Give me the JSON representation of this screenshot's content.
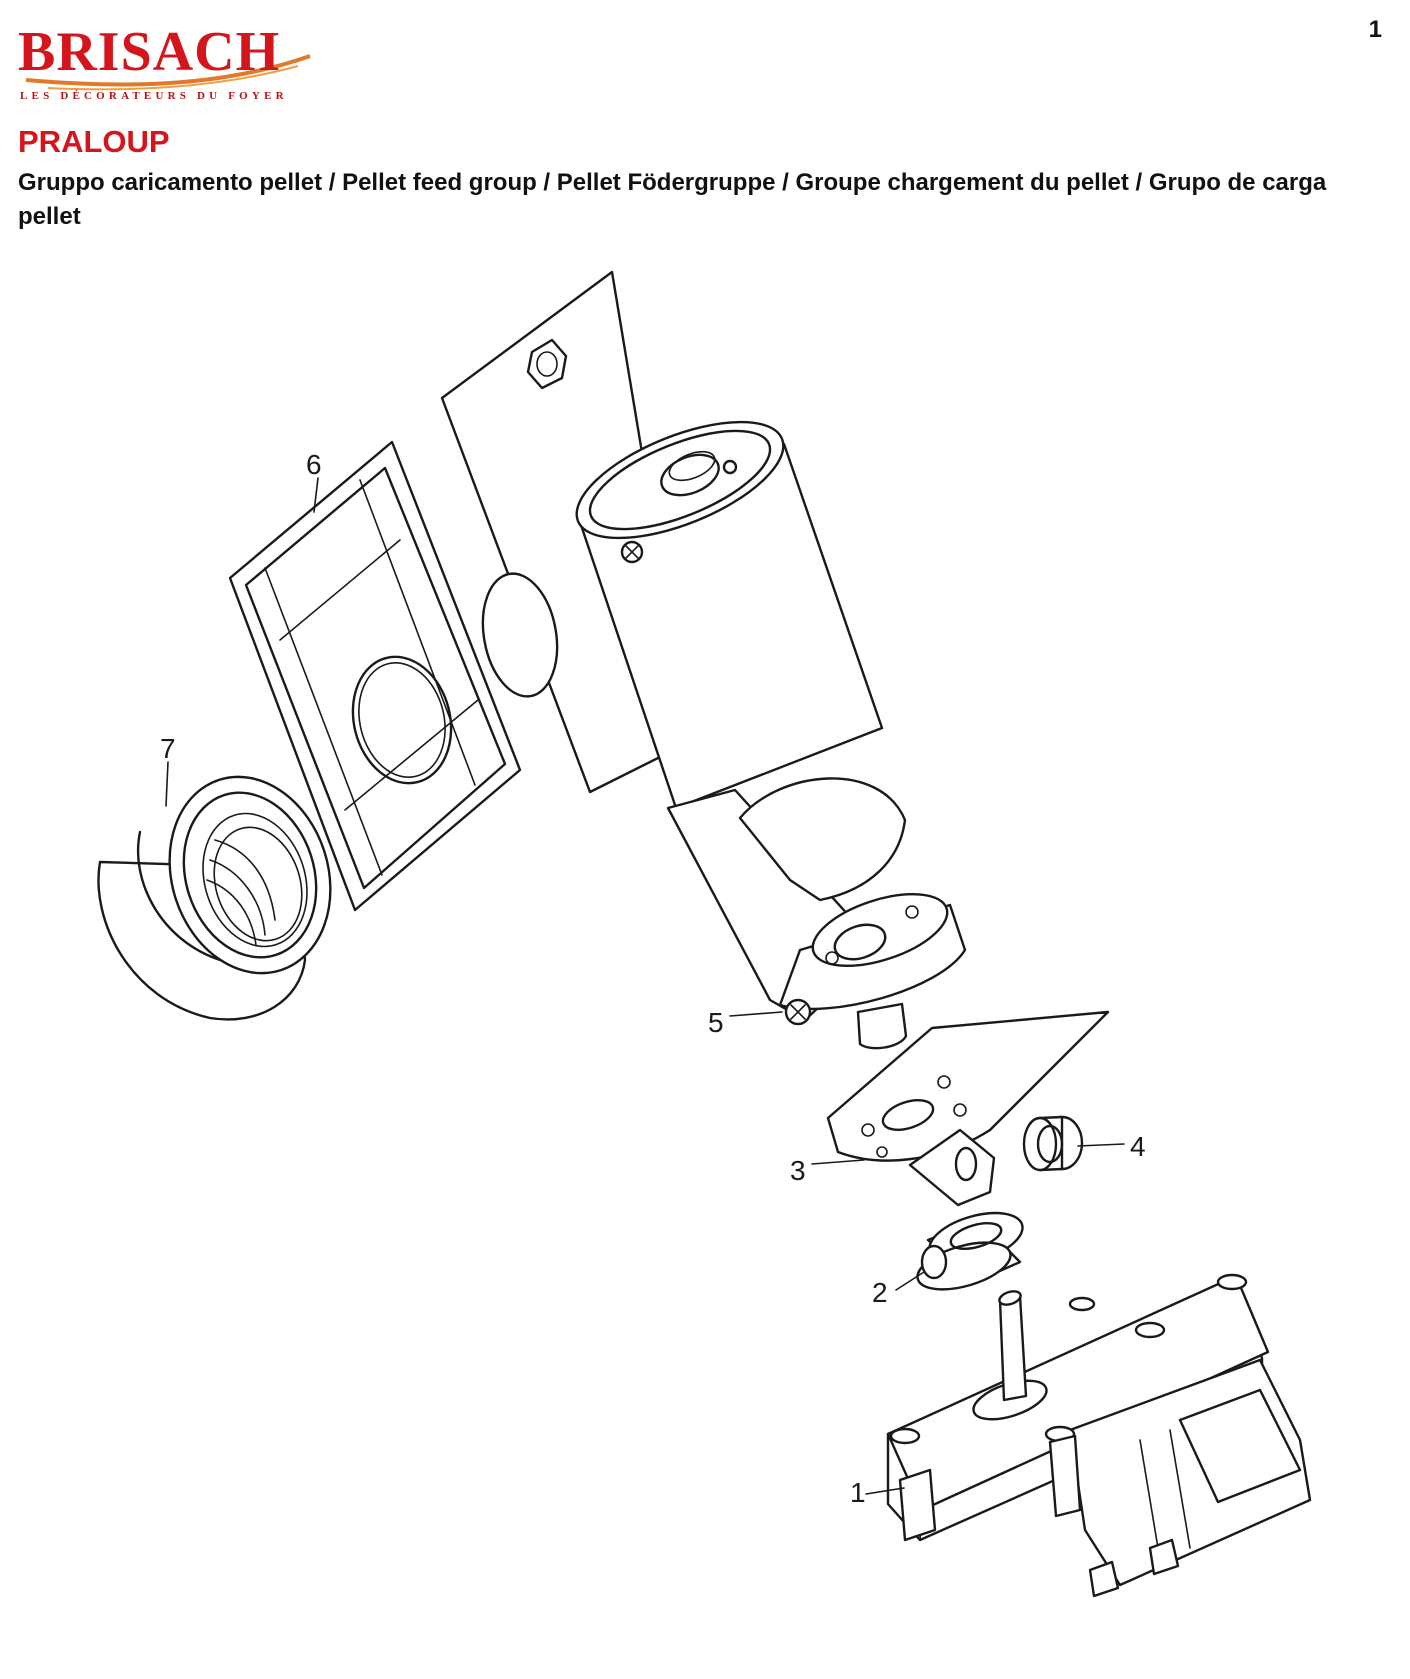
{
  "brand": {
    "name": "BRISACH",
    "tagline": "LES DÉCORATEURS DU FOYER",
    "color": "#d4161c"
  },
  "page_number": "1",
  "model": "PRALOUP",
  "subtitle": "Gruppo caricamento pellet / Pellet feed group / Pellet Födergruppe / Groupe chargement du pellet / Grupo de carga pellet",
  "callouts": [
    "1",
    "2",
    "3",
    "4",
    "5",
    "6",
    "7"
  ]
}
